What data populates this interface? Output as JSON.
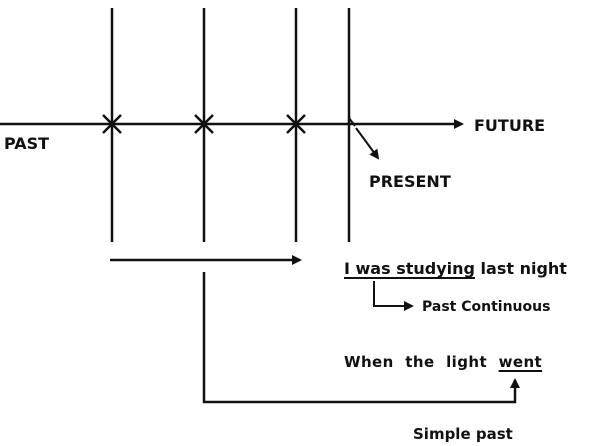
{
  "labels": {
    "past": "PAST",
    "future": "FUTURE",
    "present": "PRESENT",
    "past_continuous": "Past Continuous",
    "simple_past": "Simple past"
  },
  "sentence_1": {
    "underlined": "I was studying",
    "rest": " last night"
  },
  "sentence_2": {
    "start": "When the light ",
    "underlined": "went"
  },
  "colors": {
    "line": "#111111",
    "background": "#ffffff"
  }
}
